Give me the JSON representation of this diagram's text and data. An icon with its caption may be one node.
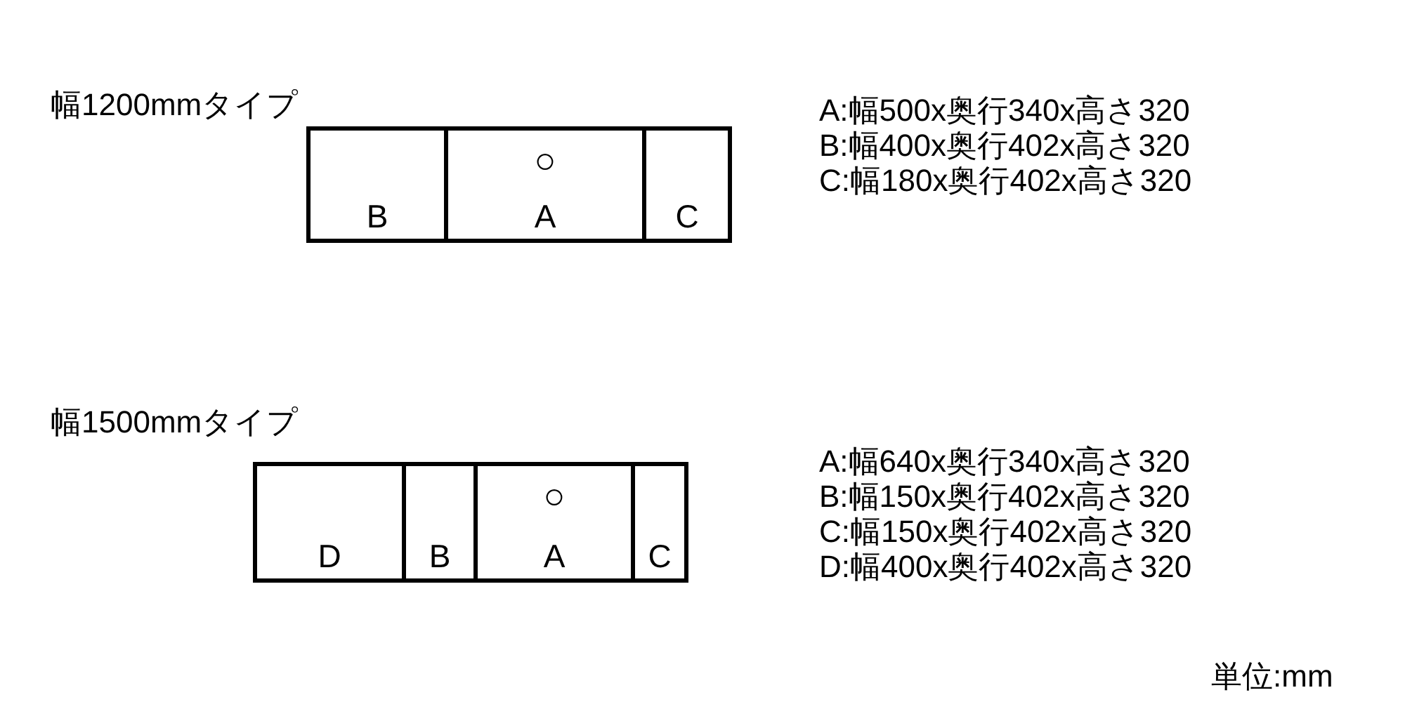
{
  "diagram": {
    "nodes": [
      {
        "text": [
          "B"
        ]
      },
      {
        "text": [
          "○",
          "A"
        ]
      },
      {
        "text": [
          "C"
        ]
      },
      {
        "text": [
          "D"
        ]
      },
      {
        "text": [
          "B"
        ]
      },
      {
        "text": [
          "○",
          "A"
        ]
      },
      {
        "text": [
          "C"
        ]
      }
    ],
    "labels": [
      "幅1200mmタイプ",
      "A:幅500x奥行340x高さ320",
      "B:幅400x奥行402x高さ320",
      "C:幅180x奥行402x高さ320",
      "幅1500mmタイプ",
      "A:幅640x奥行340x高さ320",
      "B:幅150x奥行402x高さ320",
      "C:幅150x奥行402x高さ320",
      "D:幅400x奥行402x高さ320",
      "単位:mm"
    ]
  }
}
